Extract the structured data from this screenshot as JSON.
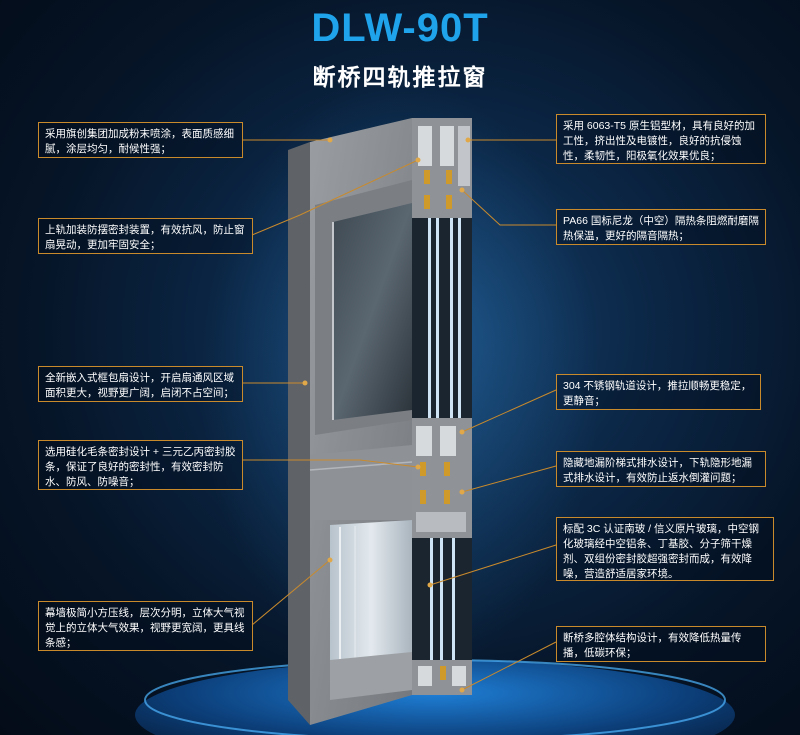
{
  "header": {
    "title": "DLW-90T",
    "subtitle": "断桥四轨推拉窗"
  },
  "callouts_left": [
    {
      "text": "采用旗创集团加成粉末喷涂，表面质感细腻，涂层均匀，耐候性强；"
    },
    {
      "text": "上轨加装防摆密封装置，有效抗风，防止窗扇晃动，更加牢固安全；"
    },
    {
      "text": "全新嵌入式框包扇设计，开启扇通风区域面积更大，视野更广阔，启闭不占空间；"
    },
    {
      "text": "选用硅化毛条密封设计 + 三元乙丙密封胶条，保证了良好的密封性，有效密封防水、防风、防噪音；"
    },
    {
      "text": "幕墙极简小方压线，层次分明，立体大气视觉上的立体大气效果，视野更宽阔，更具线条感；"
    }
  ],
  "callouts_right": [
    {
      "text": "采用 6063-T5 原生铝型材，具有良好的加工性，挤出性及电镀性，良好的抗侵蚀性，柔韧性，阳极氧化效果优良；"
    },
    {
      "text": "PA66 国标尼龙（中空）隔热条阻燃耐磨隔热保温，更好的隔音隔热；"
    },
    {
      "text": "304 不锈钢轨道设计，推拉顺畅更稳定，更静音；"
    },
    {
      "text": "隐藏地漏阶梯式排水设计，下轨隐形地漏式排水设计，有效防止返水倒灌问题；"
    },
    {
      "text": "标配 3C 认证南玻 / 信义原片玻璃，中空钢化玻璃经中空铝条、丁基胶、分子筛干燥剂、双组份密封胶超强密封而成，有效降噪，营造舒适居家环境。"
    },
    {
      "text": "断桥多腔体结构设计，有效降低热量传播，低碳环保；"
    }
  ],
  "colors": {
    "title": "#1fa3ea",
    "accent_border": "#c98a2c",
    "frame_gray": "#8d9196",
    "glass": "#c8d3dd"
  }
}
